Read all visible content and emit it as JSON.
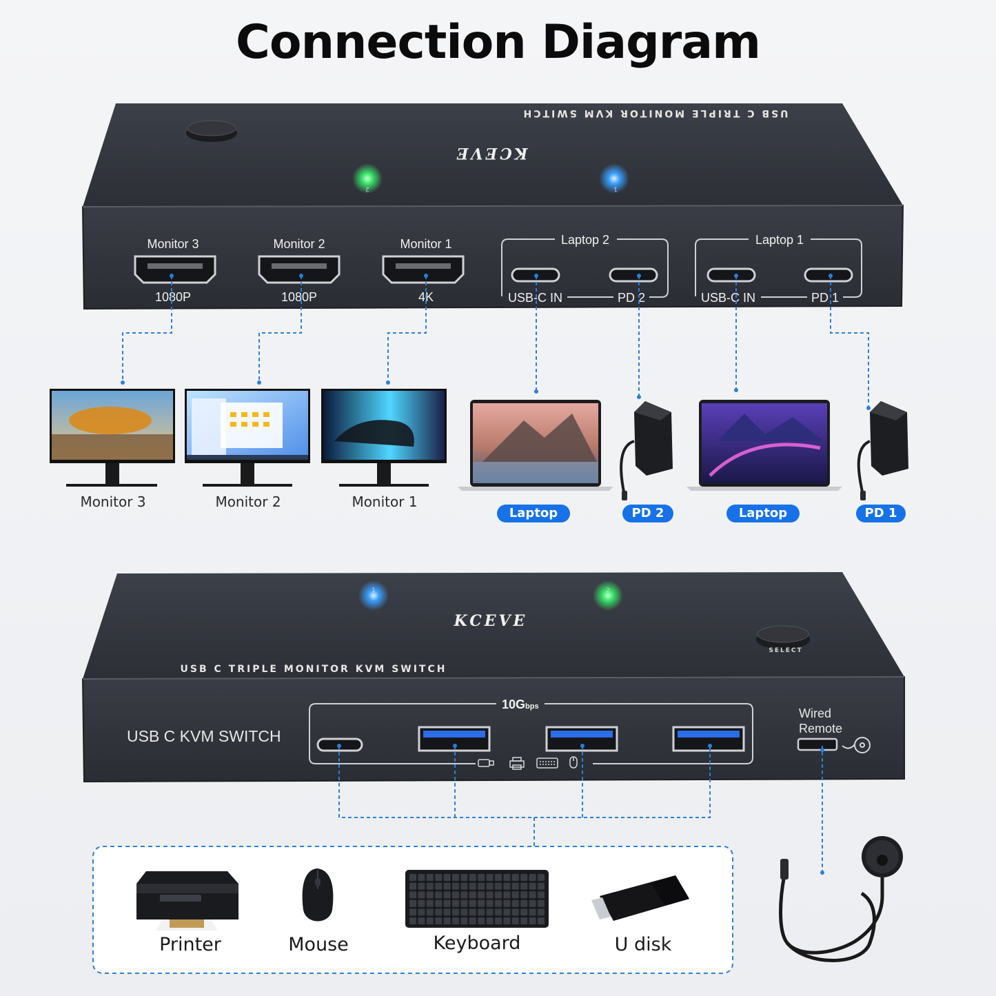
{
  "title": "Connection Diagram",
  "top_unit": {
    "brand": "KCEVE",
    "printed_name": "USB C TRIPLE MONITOR KVM SWITCH",
    "ports": [
      {
        "label": "Monitor 3",
        "sub": "1080P"
      },
      {
        "label": "Monitor 2",
        "sub": "1080P"
      },
      {
        "label": "Monitor 1",
        "sub": "4K"
      }
    ],
    "laptop_groups": [
      {
        "label": "Laptop 2",
        "left": "USB-C IN",
        "right": "PD 2"
      },
      {
        "label": "Laptop 1",
        "left": "USB-C IN",
        "right": "PD 1"
      }
    ],
    "led_numbers": [
      "2",
      "1"
    ]
  },
  "devices_row": {
    "monitors": [
      "Monitor 3",
      "Monitor 2",
      "Monitor 1"
    ],
    "pills": [
      "Laptop",
      "PD 2",
      "Laptop",
      "PD 1"
    ]
  },
  "bottom_unit": {
    "brand": "KCEVE",
    "printed_name": "USB C TRIPLE MONITOR KVM SWITCH",
    "name_label": "USB C KVM SWITCH",
    "speed": "10G",
    "speed_unit": "bps",
    "select_label": "SELECT",
    "remote_label_1": "Wired",
    "remote_label_2": "Remote",
    "led_numbers": [
      "1",
      "2"
    ]
  },
  "peripherals": [
    "Printer",
    "Mouse",
    "Keyboard",
    "U disk"
  ],
  "colors": {
    "accent_blue": "#1672e6",
    "dash_blue": "#2b7fd9",
    "device_body": "#2e3138",
    "led_green": "#39e36a",
    "led_blue": "#3aa0ff"
  },
  "icons": [
    "usb-drive-icon",
    "printer-icon",
    "keyboard-icon",
    "mouse-icon",
    "remote-icon"
  ]
}
